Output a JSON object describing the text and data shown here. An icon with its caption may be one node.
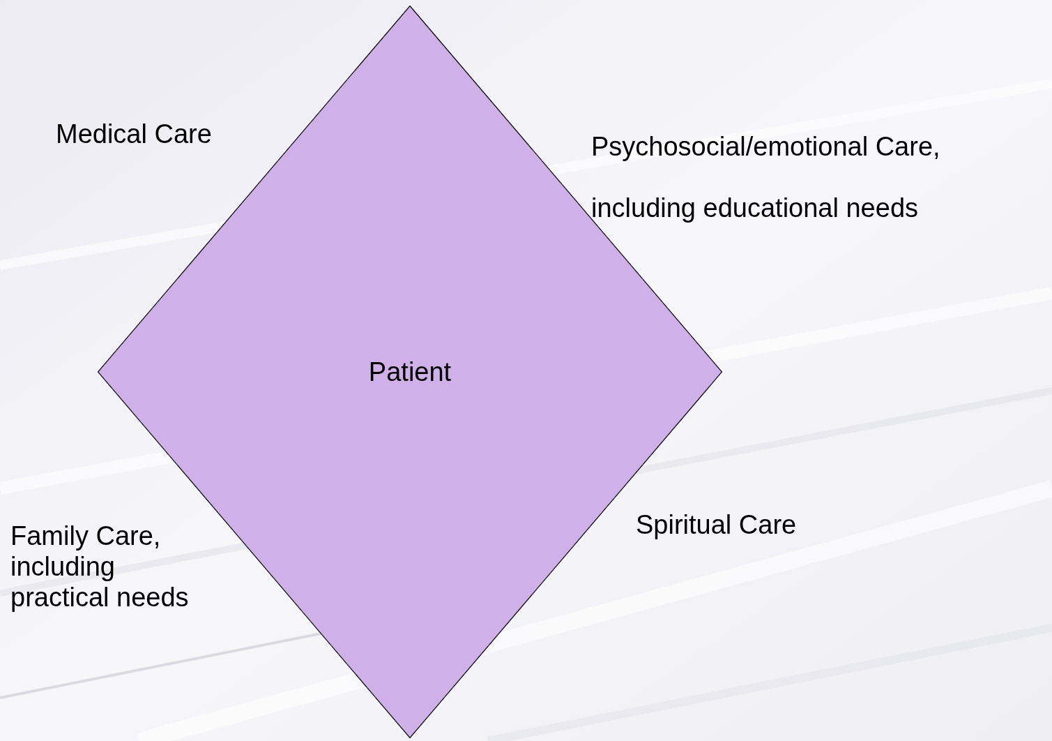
{
  "diagram": {
    "nodes": [
      {
        "text": [
          "Patient"
        ]
      }
    ],
    "labels": [
      "Medical Care",
      "Psychosocial/emotional Care, including educational needs",
      "Family Care, including practical needs",
      "Spiritual Care"
    ]
  }
}
